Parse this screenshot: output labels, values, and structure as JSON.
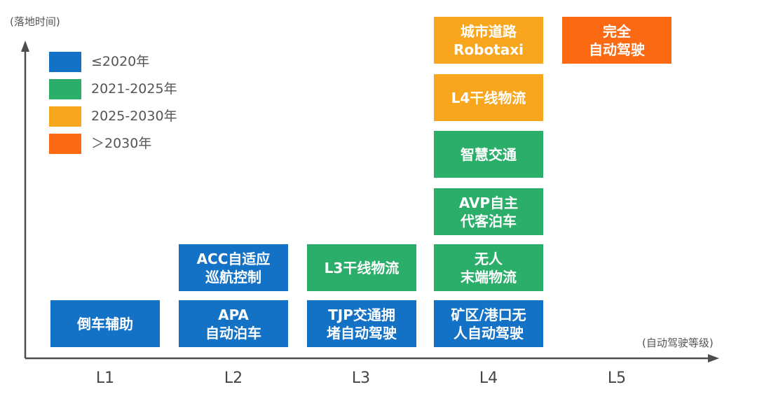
{
  "colors": {
    "before_2020": "#1472c6",
    "y2021_2025": "#2aae6a",
    "y2025_2030": "#f7a61e",
    "after_2030": "#fb6a12",
    "axis": "#4d4d4d"
  },
  "axes": {
    "y_title": "(落地时间)",
    "x_title": "(自动驾驶等级)"
  },
  "levels": [
    "L1",
    "L2",
    "L3",
    "L4",
    "L5"
  ],
  "legend": [
    {
      "label": "≤2020年",
      "color_key": "before_2020"
    },
    {
      "label": "2021-2025年",
      "color_key": "y2021_2025"
    },
    {
      "label": "2025-2030年",
      "color_key": "y2025_2030"
    },
    {
      "label": "＞2030年",
      "color_key": "after_2030"
    }
  ],
  "boxes": {
    "l1_reverse": {
      "text": "倒车辅助",
      "level": "L1",
      "period": "≤2020年"
    },
    "l2_apa": {
      "text": "APA\n自动泊车",
      "level": "L2",
      "period": "≤2020年"
    },
    "l2_acc": {
      "text": "ACC自适应\n巡航控制",
      "level": "L2",
      "period": "≤2020年"
    },
    "l3_tjp": {
      "text": "TJP交通拥\n堵自动驾驶",
      "level": "L3",
      "period": "≤2020年"
    },
    "l3_trunk": {
      "text": "L3干线物流",
      "level": "L3",
      "period": "2021-2025年"
    },
    "l4_mine": {
      "text": "矿区/港口无\n人自动驾驶",
      "level": "L4",
      "period": "≤2020年"
    },
    "l4_lastmile": {
      "text": "无人\n末端物流",
      "level": "L4",
      "period": "2021-2025年"
    },
    "l4_avp": {
      "text": "AVP自主\n代客泊车",
      "level": "L4",
      "period": "2021-2025年"
    },
    "l4_smart": {
      "text": "智慧交通",
      "level": "L4",
      "period": "2021-2025年"
    },
    "l4_trunk": {
      "text": "L4干线物流",
      "level": "L4",
      "period": "2025-2030年"
    },
    "l4_robotaxi": {
      "text": "城市道路\nRobotaxi",
      "level": "L4",
      "period": "2025-2030年"
    },
    "l5_full": {
      "text": "完全\n自动驾驶",
      "level": "L5",
      "period": "＞2030年"
    }
  }
}
